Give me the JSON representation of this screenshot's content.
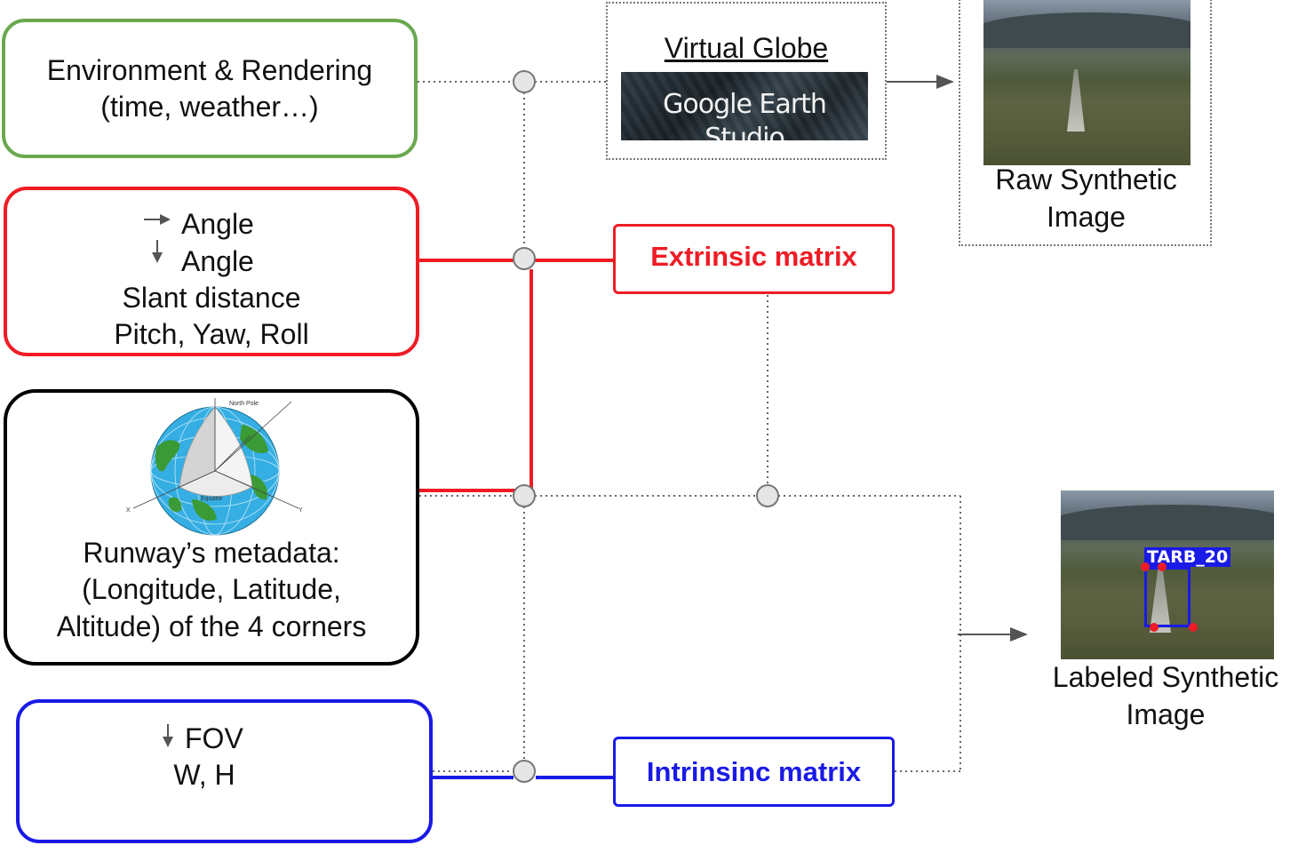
{
  "colors": {
    "environment": "#6aa84f",
    "pose": "#ee1c25",
    "runway": "#000000",
    "intrinsic": "#1a1ae6",
    "connector": "#555555",
    "node_fill": "#e6e6e6"
  },
  "environment_box": {
    "line1": "Environment & Rendering",
    "line2": "(time, weather…)"
  },
  "pose_box": {
    "horizontal_angle": "Angle",
    "vertical_angle": "Angle",
    "slant_distance": "Slant distance",
    "attitude": "Pitch, Yaw, Roll",
    "horizontal_arrow_icon": "arrow-right-icon",
    "vertical_arrow_icon": "arrow-down-icon"
  },
  "runway_box": {
    "globe_labels": {
      "north_pole": "North Pole",
      "equator": "Equator",
      "x": "X",
      "y": "Y"
    },
    "line1": "Runway’s metadata:",
    "line2": "(Longitude, Latitude,",
    "line3": "Altitude) of the 4 corners"
  },
  "camera_box": {
    "fov": "FOV",
    "size": "W, H",
    "fov_arrow_icon": "arrow-down-icon"
  },
  "virtual_globe": {
    "title": "Virtual Globe",
    "logo_text": "Google Earth Studio"
  },
  "raw_output": {
    "line1": "Raw Synthetic",
    "line2": "Image"
  },
  "extrinsic": {
    "label": "Extrinsic matrix"
  },
  "intrinsic": {
    "label": "Intrinsinc matrix"
  },
  "labeled_output": {
    "line1": "Labeled Synthetic",
    "line2": "Image",
    "bbox_label": "TARB_20"
  }
}
